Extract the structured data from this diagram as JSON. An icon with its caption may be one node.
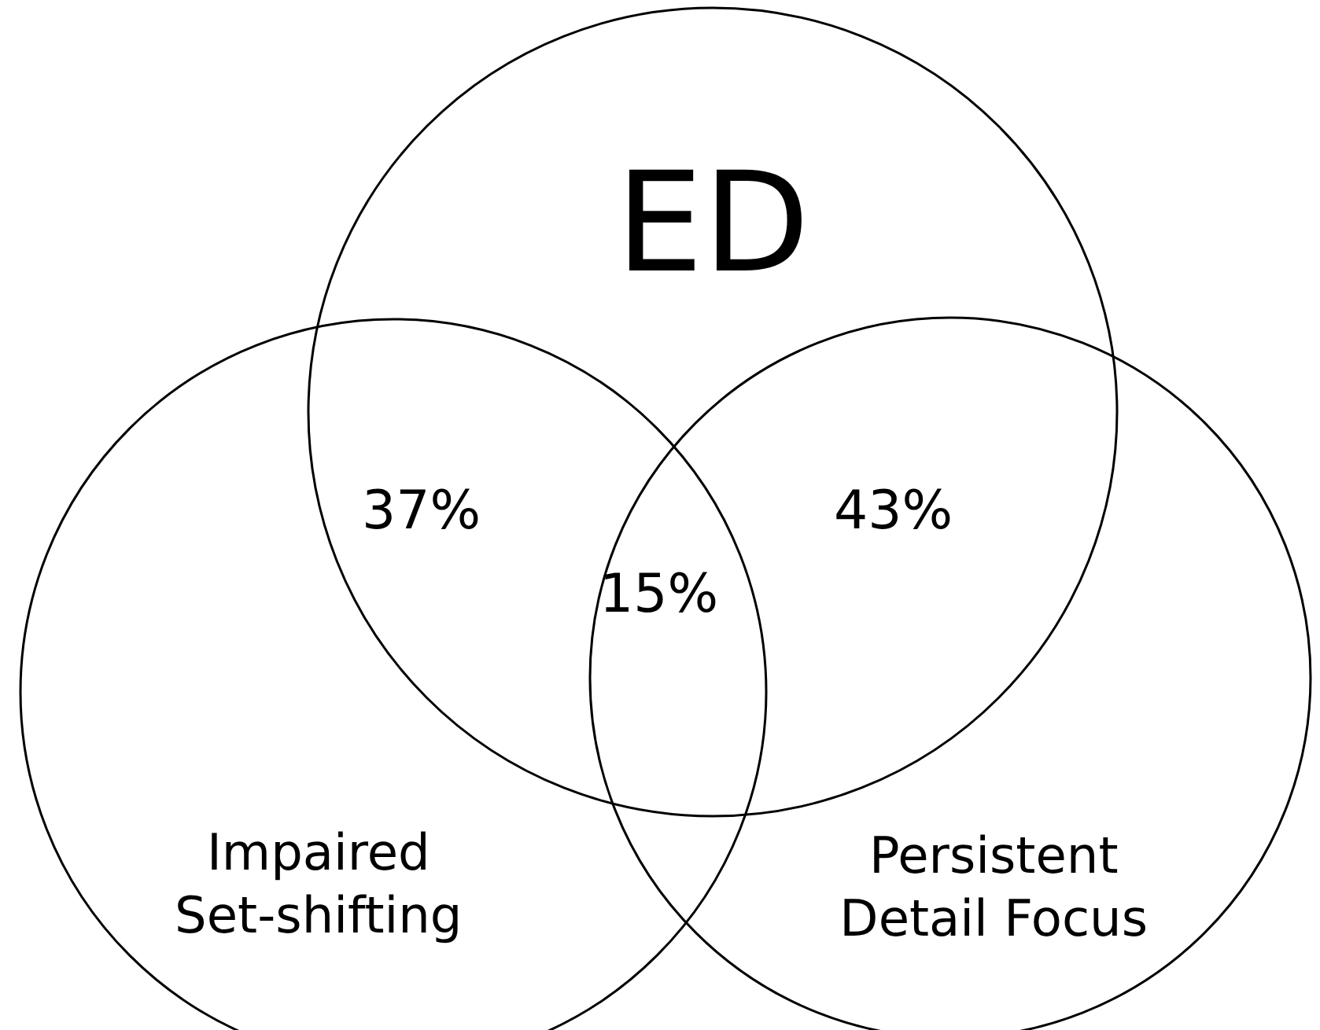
{
  "diagram": {
    "nodes": [
      {
        "text": [
          "ED"
        ]
      },
      {
        "text": [
          "Impaired Set-shifting"
        ]
      },
      {
        "text": [
          "Persistent Detail Focus"
        ]
      }
    ],
    "labels": [
      "37%",
      "43%",
      "15%"
    ]
  }
}
